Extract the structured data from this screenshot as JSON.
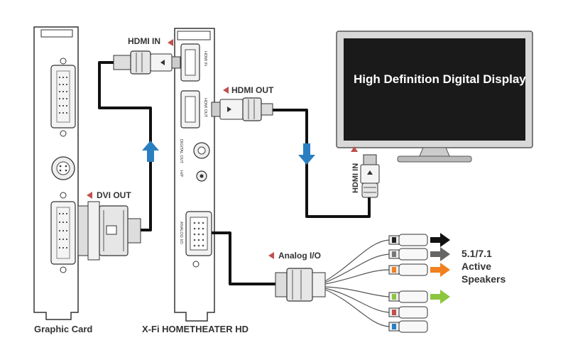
{
  "labels": {
    "hdmi_in_top": "HDMI IN",
    "hdmi_out": "HDMI OUT",
    "dvi_out": "DVI OUT",
    "analog_io": "Analog I/O",
    "hdmi_in_side": "HDMI IN",
    "screen": "High Definition  Digital Display",
    "speakers_1": "5.1/7.1",
    "speakers_2": "Active",
    "speakers_3": "Speakers",
    "caption_left": "Graphic Card",
    "caption_right": "X-Fi HOMETHEATER HD"
  },
  "port_labels": {
    "hdmi_in": "HDMI IN",
    "hdmi_out": "HDMI OUT",
    "digital_out": "DIGITAL OUT",
    "hp": "H/P",
    "analog_io": "ANALOG I/O"
  },
  "colors": {
    "arrow_marker": "#c0504d",
    "flow_arrow": "#2a7fc1",
    "screen_bg": "#1a1a1a",
    "arrow_black": "#111111",
    "arrow_gray": "#666666",
    "arrow_orange": "#f08020",
    "arrow_green": "#8cc63f"
  },
  "icons": {
    "flow_up": "up-arrow-icon",
    "flow_down": "down-arrow-icon",
    "label_marker": "triangle-marker-icon"
  }
}
